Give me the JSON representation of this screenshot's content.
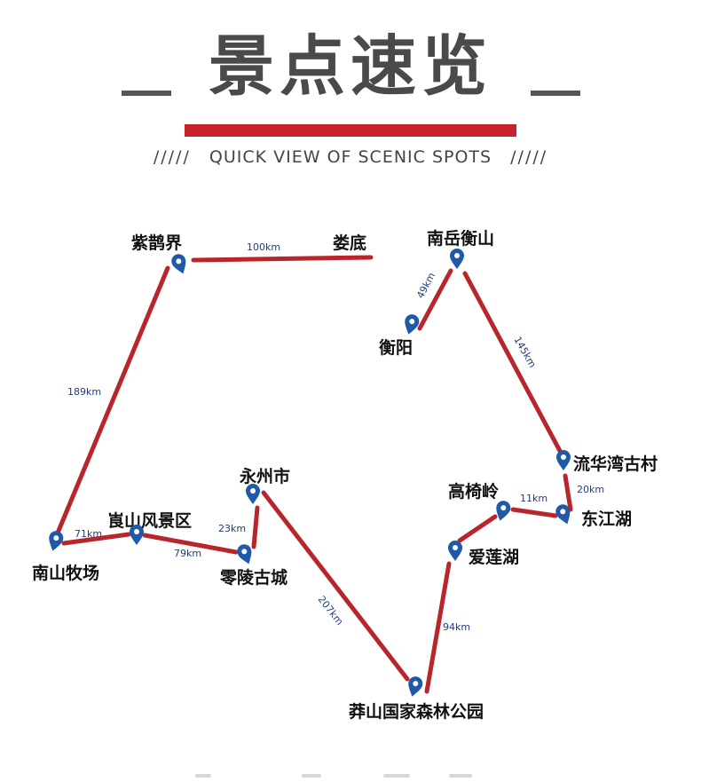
{
  "header": {
    "title": "景点速览",
    "subtitle": "QUICK VIEW OF SCENIC SPOTS",
    "slashes_left": "/////",
    "slashes_right": "/////"
  },
  "places": {
    "zihejie": "紫鹊界",
    "loudi": "娄底",
    "nanyue": "南岳衡山",
    "hengyang": "衡阳",
    "liuhuawan": "流华湾古村",
    "dongjianghu": "东江湖",
    "gaoyiling": "高椅岭",
    "ailianhu": "爱莲湖",
    "mangshan": "莽山国家森林公园",
    "yongzhou": "永州市",
    "lingling": "零陵古城",
    "langshan": "崀山风景区",
    "nanshan": "南山牧场"
  },
  "distances": {
    "zihejie_loudi": "100km",
    "nanshan_zihejie": "189km",
    "nanshan_langshan": "71km",
    "langshan_lingling": "79km",
    "lingling_yongzhou": "23km",
    "yongzhou_mangshan": "207km",
    "mangshan_ailianhu": "94km",
    "gaoyiling_dongjianghu": "11km",
    "liuhuawan_dongjianghu": "20km",
    "nanyue_liuhuawan": "145km",
    "hengyang_nanyue": "49km"
  },
  "colors": {
    "route": "#b8262c",
    "pin": "#1e5aa8",
    "title_bar": "#c8232c",
    "distance_text": "#1f3f7a"
  },
  "icons": {
    "marker": "map-pin-icon"
  }
}
